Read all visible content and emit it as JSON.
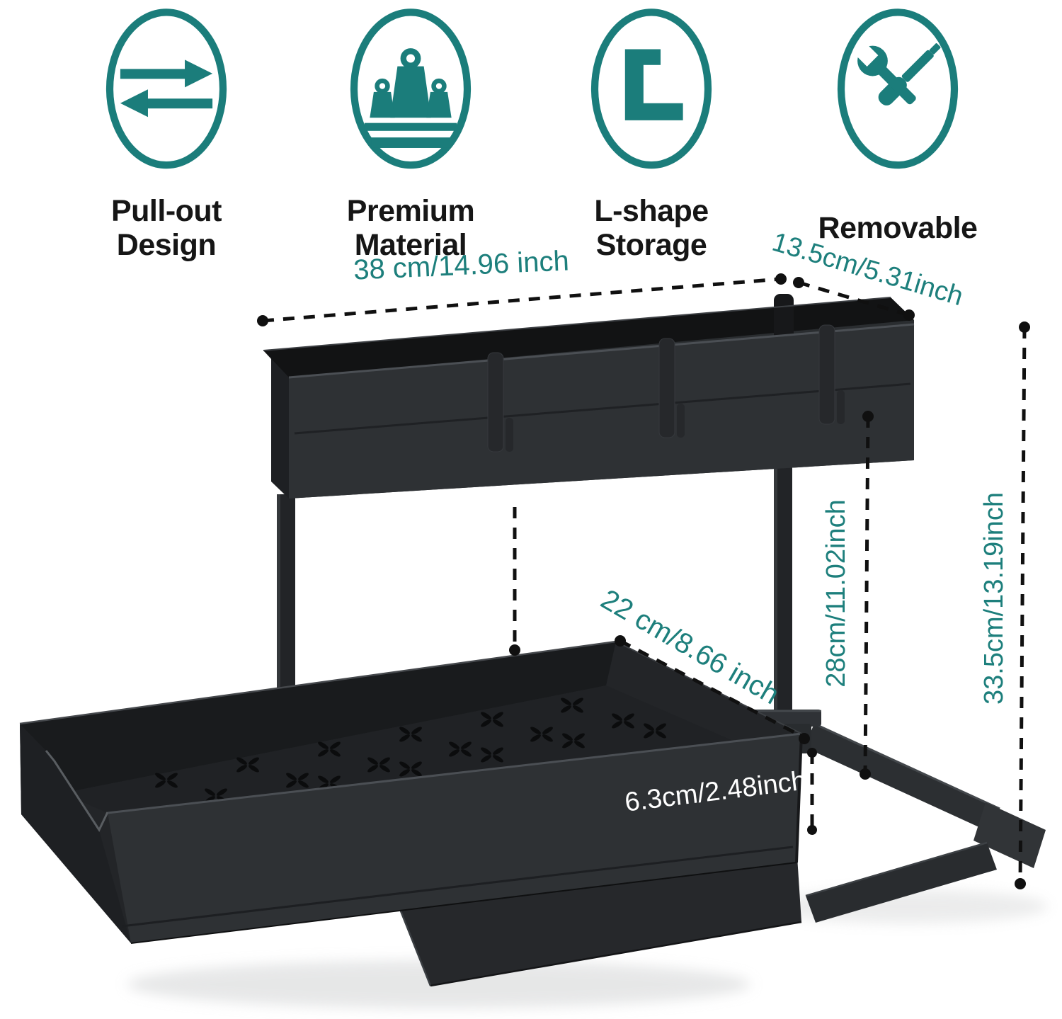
{
  "colors": {
    "accent": "#1b7d7b",
    "dimension_text": "#1d7f7c",
    "feature_label_text": "#161616",
    "product_dark": "#2e3134",
    "rail_label_text": "#ffffff",
    "background": "#ffffff"
  },
  "features": [
    {
      "line1": "Pull-out",
      "line2": "Design",
      "icon": "pull-out-arrows-icon"
    },
    {
      "line1": "Premium",
      "line2": "Material",
      "icon": "weights-icon"
    },
    {
      "line1": "L-shape",
      "line2": "Storage",
      "icon": "l-shape-icon"
    },
    {
      "line1": "Removable",
      "line2": "",
      "icon": "crossed-tools-icon"
    }
  ],
  "dimensions": {
    "top_shelf_width": "38 cm/14.96 inch",
    "top_shelf_depth": "13.5cm/5.31inch",
    "bottom_tray_depth": "22 cm/8.66 inch",
    "upper_tier_height": "28cm/11.02inch",
    "overall_height": "33.5cm/13.19inch",
    "rail_height": "6.3cm/2.48inch"
  }
}
